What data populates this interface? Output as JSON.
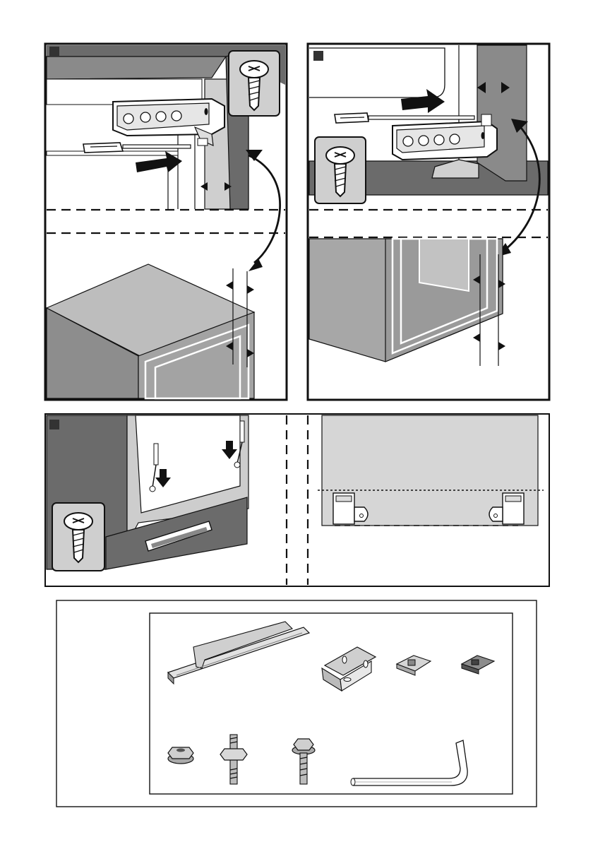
{
  "steps": [
    {
      "id": "1",
      "label": ""
    },
    {
      "id": "2",
      "label": ""
    },
    {
      "id": "3",
      "label": ""
    }
  ],
  "icons": {
    "screw": "screw-icon",
    "screwdriver": "screwdriver-icon",
    "push_arrow": "arrow-right-icon",
    "curved_arrow": "curved-arrow-icon"
  },
  "colors": {
    "panel_border": "#111111",
    "light_gray": "#d9d9d9",
    "dark_gray": "#6b6b6b",
    "mid_gray": "#a9a9a9"
  },
  "parts": [
    {
      "name": "door-bracket-rail"
    },
    {
      "name": "angle-bracket"
    },
    {
      "name": "clip-light"
    },
    {
      "name": "clip-dark"
    },
    {
      "name": "hex-nut"
    },
    {
      "name": "threaded-stud-with-nut"
    },
    {
      "name": "hex-bolt"
    },
    {
      "name": "allen-key"
    }
  ]
}
